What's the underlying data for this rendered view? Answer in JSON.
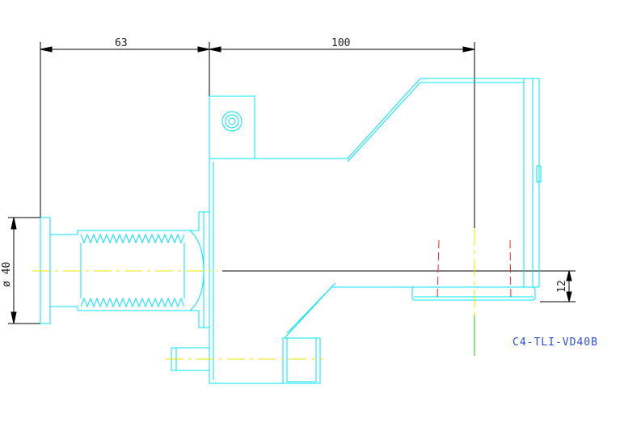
{
  "drawing": {
    "part_code": "C4-TLI-VD40B",
    "dimensions": {
      "shank_length": "63",
      "body_length": "100",
      "shank_diameter": "ø 40",
      "center_offset": "12"
    },
    "colors": {
      "outline": "#00e5f5",
      "dimension": "#000000",
      "centerline_yellow": "#e8e800",
      "hidden_red": "#ff2020",
      "axis_green": "#20c020",
      "code_text": "#2a4fd6"
    }
  }
}
